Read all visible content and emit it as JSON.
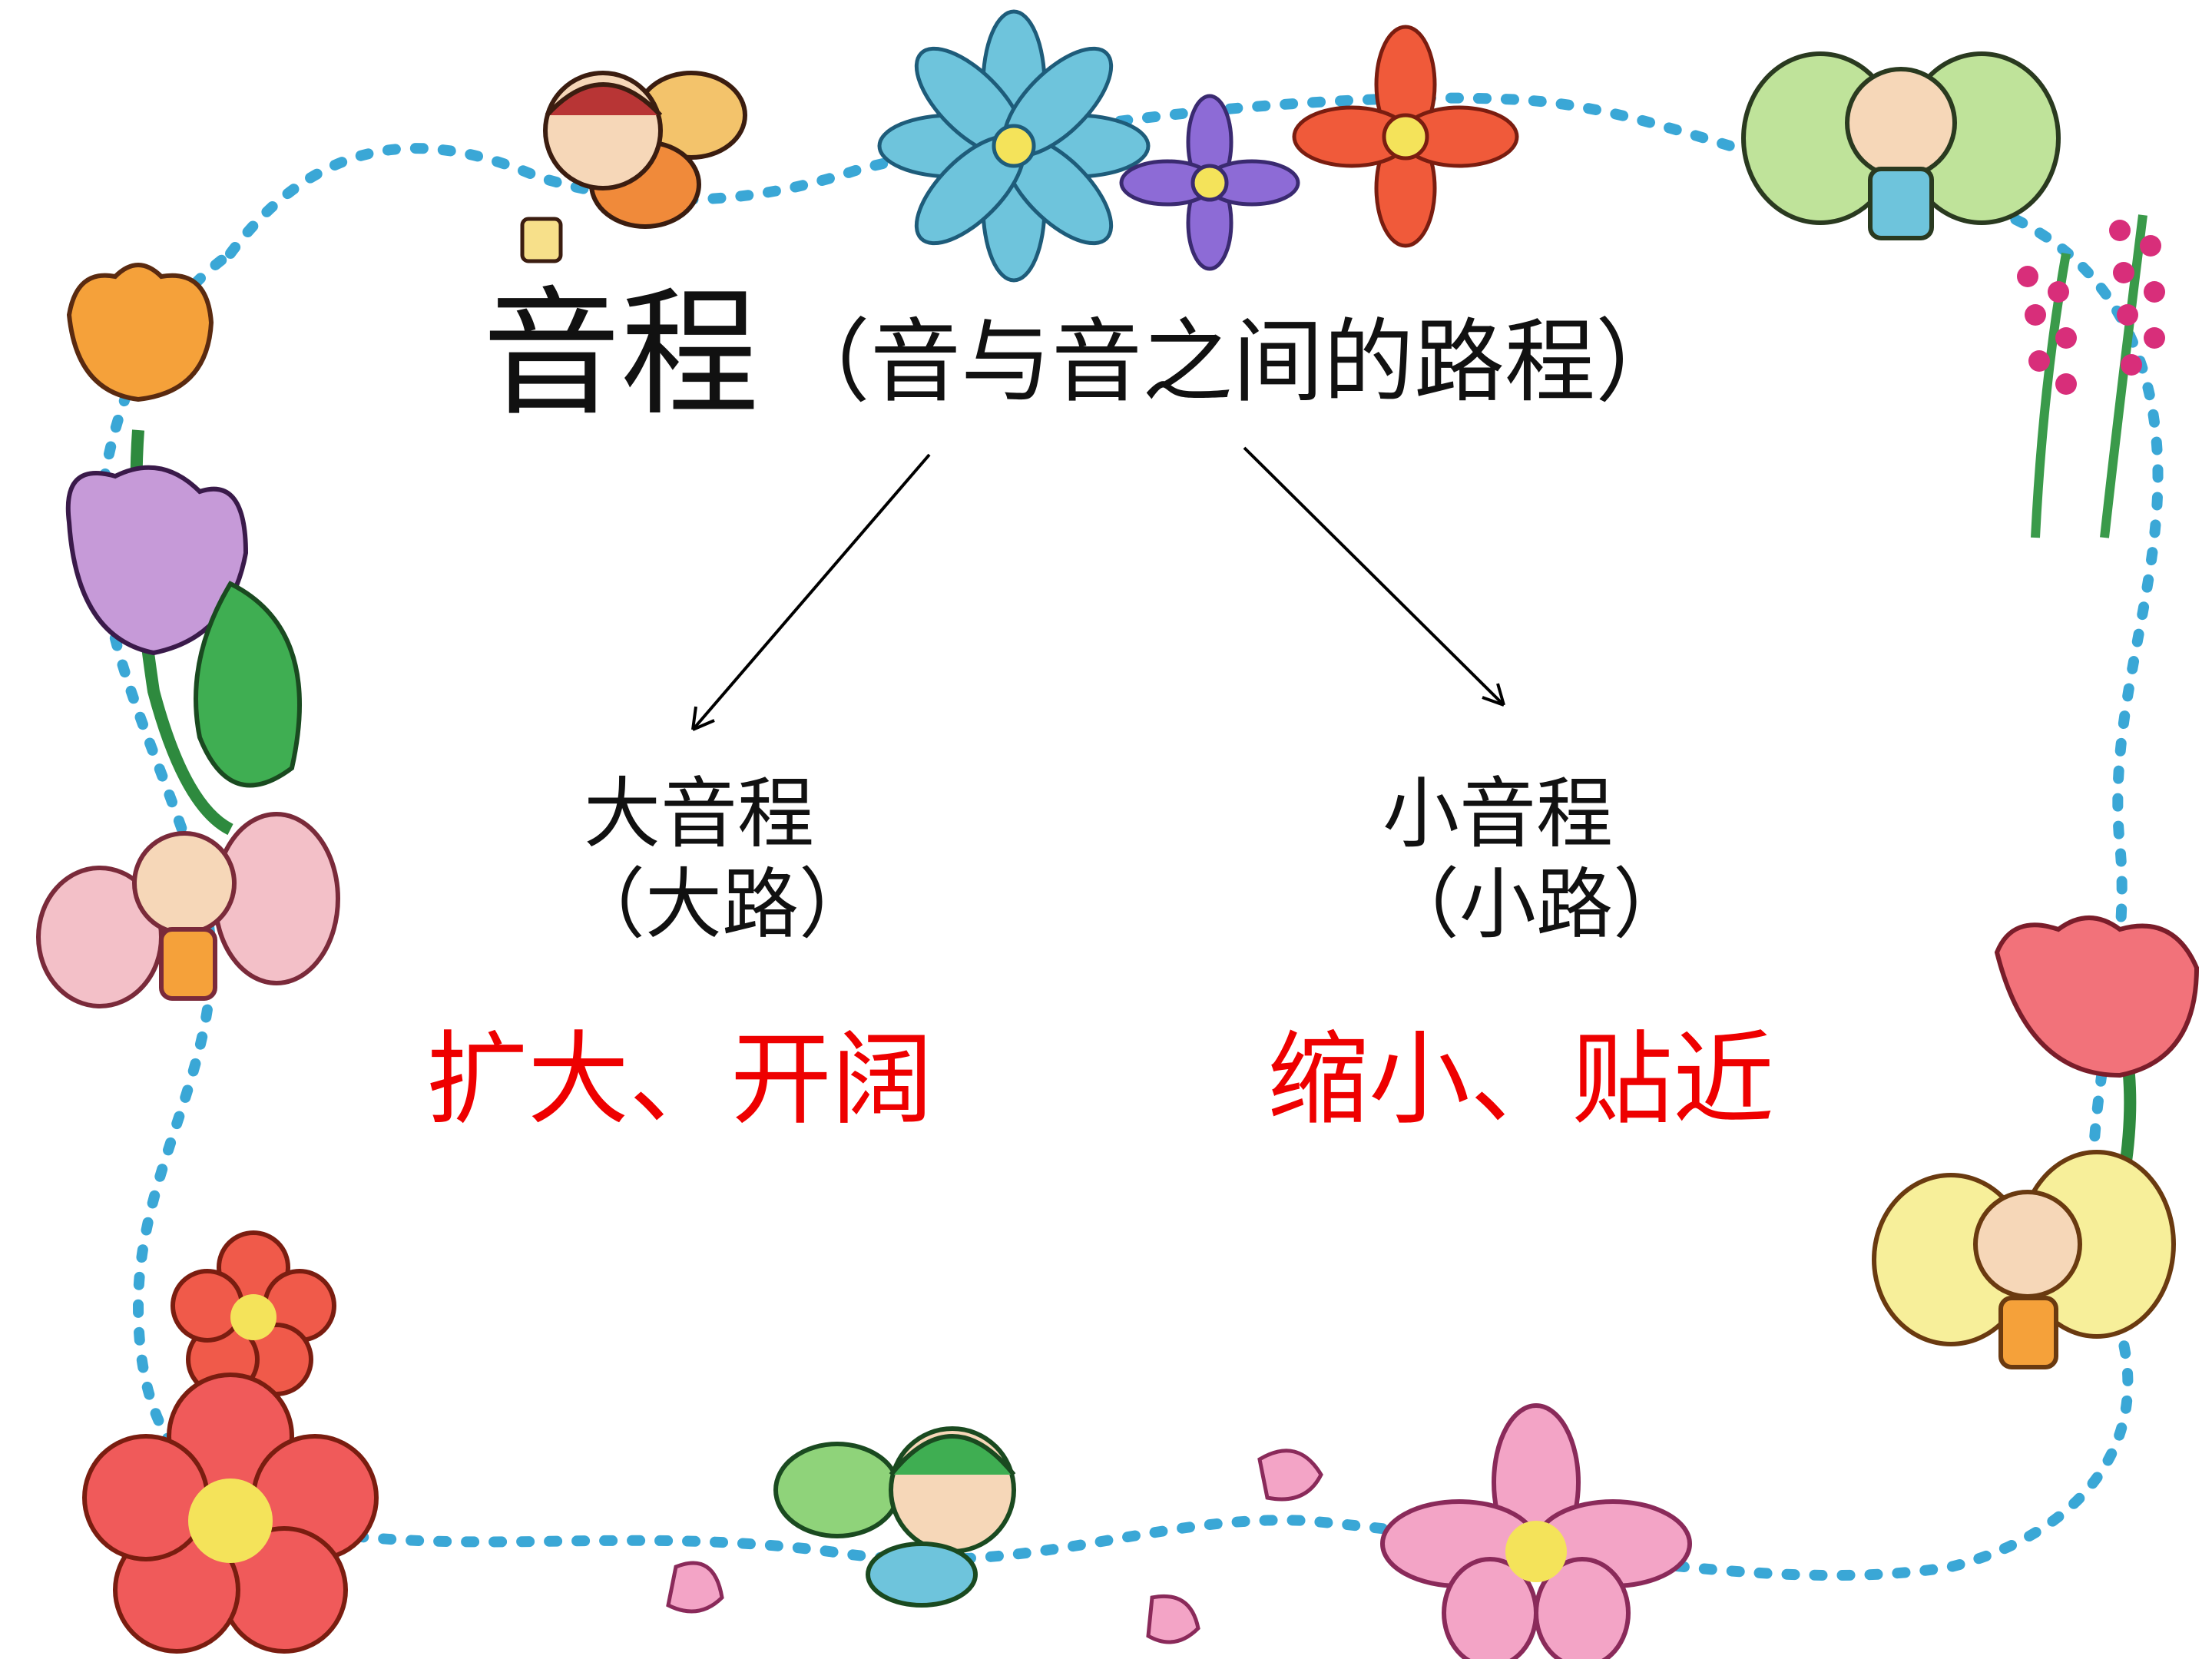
{
  "title": {
    "main": "音程",
    "sub": "（音与音之间的路程）"
  },
  "left": {
    "title": "大音程",
    "sub": "（大路）",
    "desc": "扩大、开阔"
  },
  "right": {
    "title": "小音程",
    "sub": "（小路）",
    "desc": "缩小、贴近"
  },
  "colors": {
    "text": "#111111",
    "accent_red": "#ee0000",
    "dot_border": "#3aa7d6"
  },
  "icons": [
    "flower-icon",
    "bee-icon",
    "butterfly-icon",
    "tulip-icon",
    "lavender-icon"
  ]
}
